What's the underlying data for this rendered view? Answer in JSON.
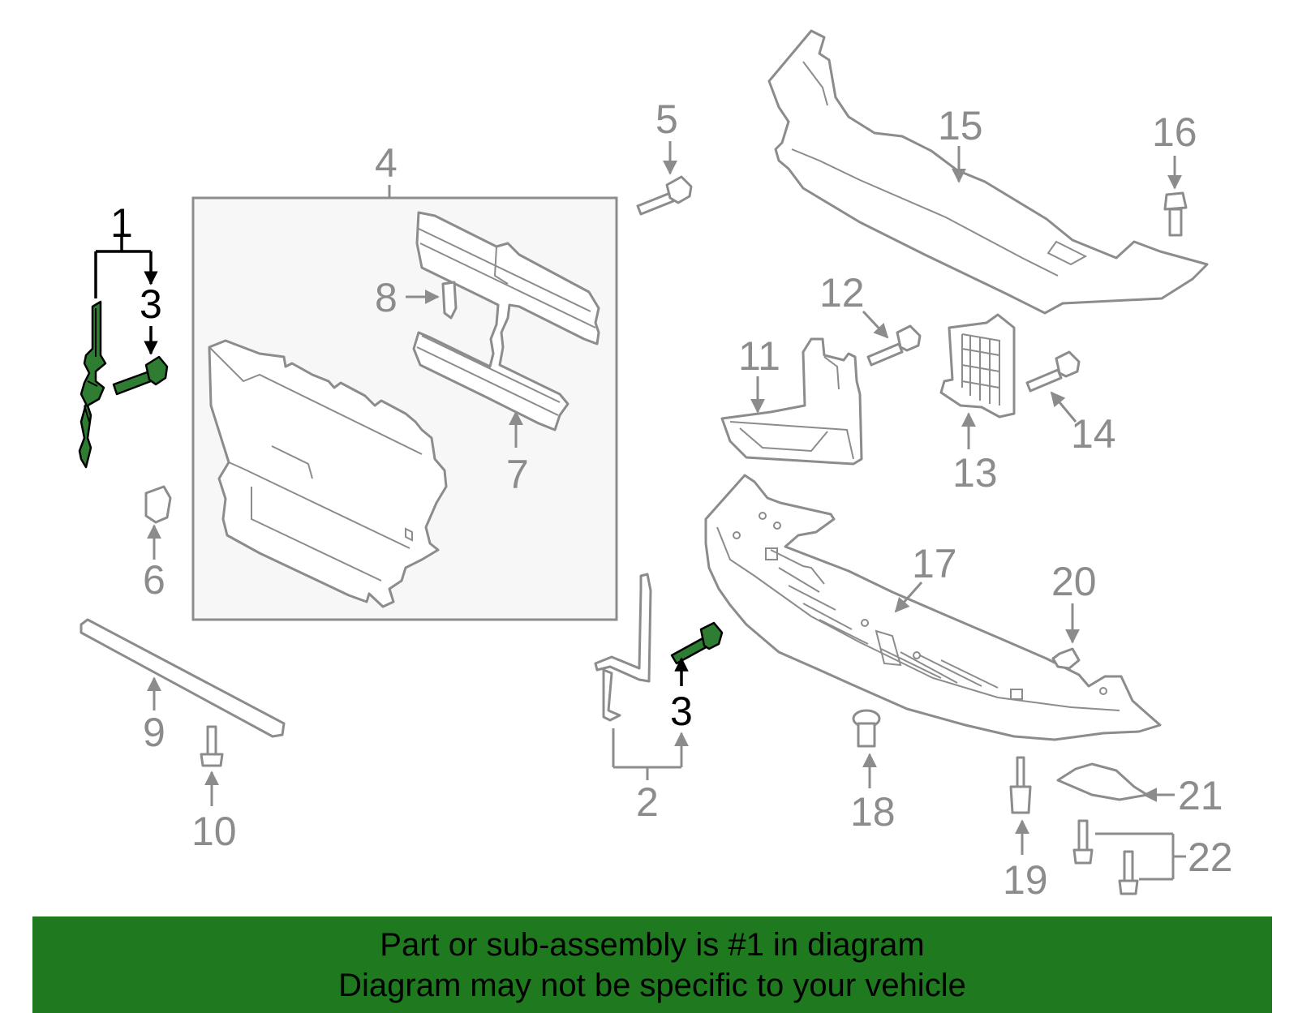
{
  "diagram": {
    "callouts": {
      "c1": "1",
      "c2": "2",
      "c3a": "3",
      "c3b": "3",
      "c4": "4",
      "c5": "5",
      "c6": "6",
      "c7": "7",
      "c8": "8",
      "c9": "9",
      "c10": "10",
      "c11": "11",
      "c12": "12",
      "c13": "13",
      "c14": "14",
      "c15": "15",
      "c16": "16",
      "c17": "17",
      "c18": "18",
      "c19": "19",
      "c20": "20",
      "c21": "21",
      "c22": "22"
    },
    "colors": {
      "highlight": "#2e7d32",
      "banner": "#1f7a1f",
      "line_gray": "#8c8c8c",
      "box_fill": "#f7f7f7"
    }
  },
  "banner": {
    "line1": "Part or sub-assembly is #1 in diagram",
    "line2": "Diagram may not be specific to your vehicle"
  }
}
